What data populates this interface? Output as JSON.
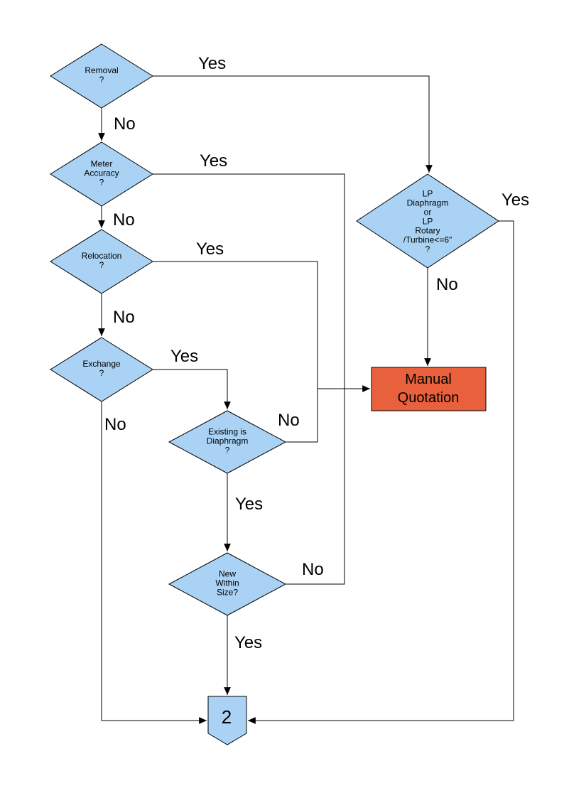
{
  "colors": {
    "decision_fill": "#A9D2F5",
    "terminal_fill": "#E9613C",
    "connector_fill": "#A9D2F5",
    "line": "#000000",
    "background": "#FFFFFF"
  },
  "nodes": {
    "removal": {
      "type": "decision",
      "label": "Removal\n?"
    },
    "meter_accuracy": {
      "type": "decision",
      "label": "Meter\nAccuracy\n?"
    },
    "relocation": {
      "type": "decision",
      "label": "Relocation\n?"
    },
    "exchange": {
      "type": "decision",
      "label": "Exchange\n?"
    },
    "existing_is_diaphragm": {
      "type": "decision",
      "label": "Existing is\nDiaphragm\n?"
    },
    "new_within_size": {
      "type": "decision",
      "label": "New\nWithin\nSize?"
    },
    "lp_diaphragm_or_rotary": {
      "type": "decision",
      "label": "LP\nDiaphragm\nor\nLP\nRotary\n/Turbine<=6\"\n?"
    },
    "manual_quotation": {
      "type": "process",
      "label": "Manual\nQuotation"
    },
    "offpage_connector": {
      "type": "connector",
      "label": "2"
    }
  },
  "edge_labels": {
    "removal_yes": "Yes",
    "removal_no": "No",
    "meter_accuracy_yes": "Yes",
    "meter_accuracy_no": "No",
    "relocation_yes": "Yes",
    "relocation_no": "No",
    "exchange_yes": "Yes",
    "exchange_no": "No",
    "existing_no": "No",
    "existing_yes": "Yes",
    "new_within_no": "No",
    "new_within_yes": "Yes",
    "lp_yes": "Yes",
    "lp_no": "No"
  }
}
